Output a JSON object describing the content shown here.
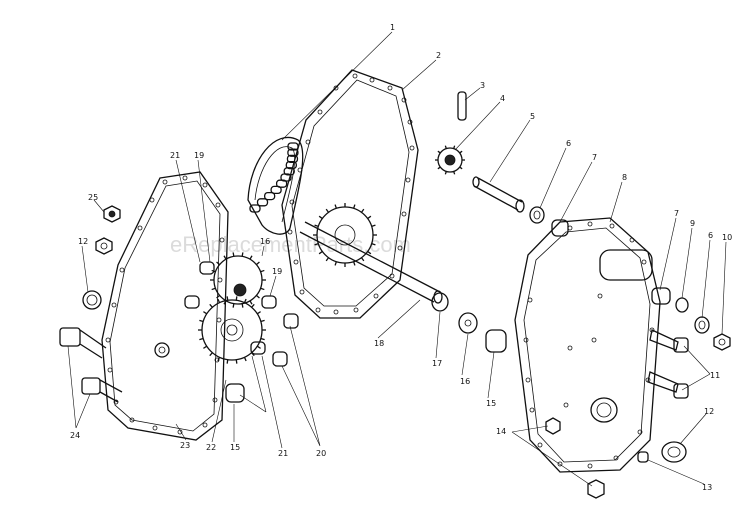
{
  "watermark": "eReplacementParts.com",
  "callouts": [
    {
      "id": "c1",
      "text": "1"
    },
    {
      "id": "c2",
      "text": "2"
    },
    {
      "id": "c3",
      "text": "3"
    },
    {
      "id": "c4",
      "text": "4"
    },
    {
      "id": "c5",
      "text": "5"
    },
    {
      "id": "c6a",
      "text": "6"
    },
    {
      "id": "c6b",
      "text": "6"
    },
    {
      "id": "c7a",
      "text": "7"
    },
    {
      "id": "c7b",
      "text": "7"
    },
    {
      "id": "c8",
      "text": "8"
    },
    {
      "id": "c9",
      "text": "9"
    },
    {
      "id": "c10",
      "text": "10"
    },
    {
      "id": "c11",
      "text": "11"
    },
    {
      "id": "c12a",
      "text": "12"
    },
    {
      "id": "c12b",
      "text": "12"
    },
    {
      "id": "c13",
      "text": "13"
    },
    {
      "id": "c14",
      "text": "14"
    },
    {
      "id": "c15a",
      "text": "15"
    },
    {
      "id": "c15b",
      "text": "15"
    },
    {
      "id": "c16",
      "text": "16"
    },
    {
      "id": "c17",
      "text": "17"
    },
    {
      "id": "c18",
      "text": "18"
    },
    {
      "id": "c19a",
      "text": "19"
    },
    {
      "id": "c19b",
      "text": "19"
    },
    {
      "id": "c20",
      "text": "20"
    },
    {
      "id": "c21a",
      "text": "21"
    },
    {
      "id": "c21b",
      "text": "21"
    },
    {
      "id": "c22",
      "text": "22"
    },
    {
      "id": "c23",
      "text": "23"
    },
    {
      "id": "c24",
      "text": "24"
    },
    {
      "id": "c25",
      "text": "25"
    },
    {
      "id": "c16b",
      "text": "16"
    }
  ]
}
